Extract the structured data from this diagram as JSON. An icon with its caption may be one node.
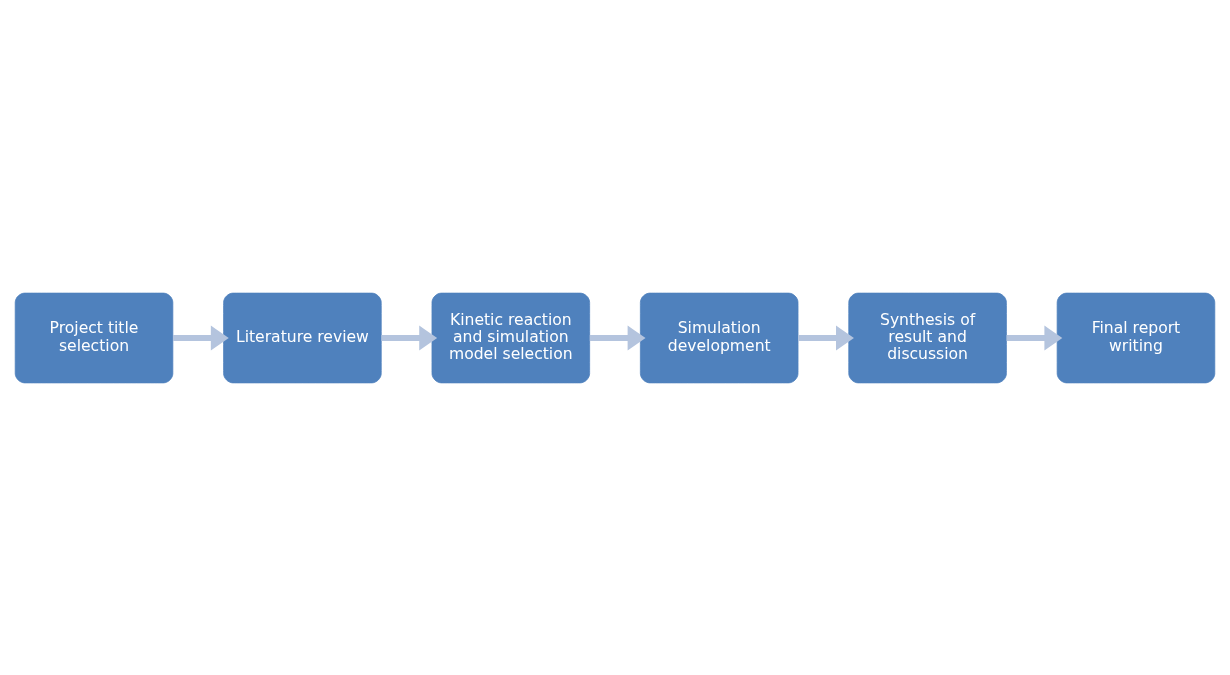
{
  "diagram": {
    "nodes": [
      {
        "text": [
          "Project title selection"
        ]
      },
      {
        "text": [
          "Literature review"
        ]
      },
      {
        "text": [
          "Kinetic reaction and simulation model selection"
        ]
      },
      {
        "text": [
          "Simulation development"
        ]
      },
      {
        "text": [
          "Synthesis of result and discussion"
        ]
      },
      {
        "text": [
          "Final report writing"
        ]
      }
    ],
    "edges": [
      {
        "from": 0,
        "to": 1,
        "arrow": "to"
      },
      {
        "from": 1,
        "to": 2,
        "arrow": "to"
      },
      {
        "from": 2,
        "to": 3,
        "arrow": "to"
      },
      {
        "from": 3,
        "to": 4,
        "arrow": "to"
      },
      {
        "from": 4,
        "to": 5,
        "arrow": "to"
      }
    ]
  }
}
